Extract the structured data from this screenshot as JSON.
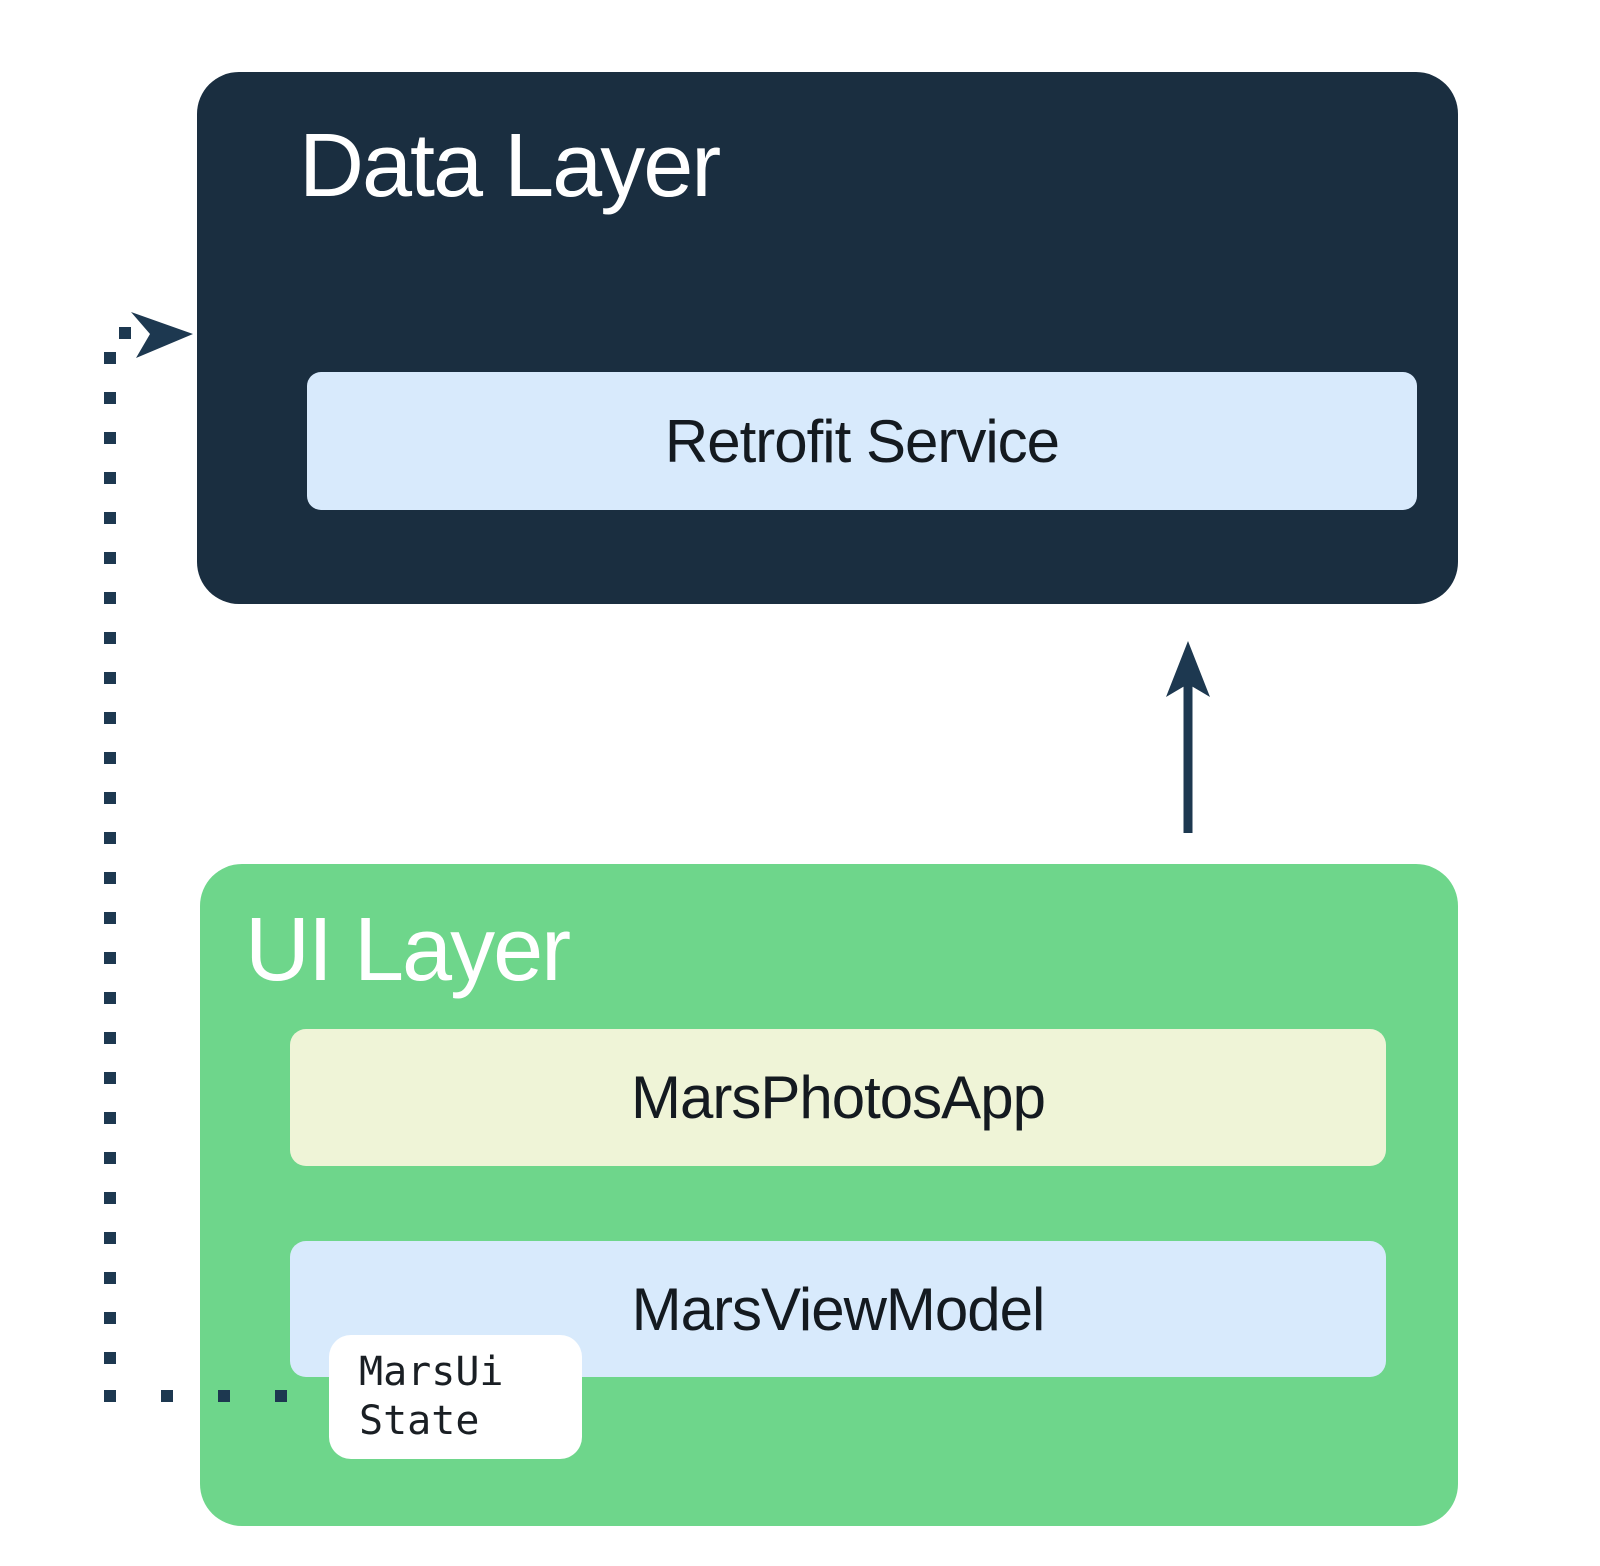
{
  "diagram": {
    "data_layer": {
      "title": "Data Layer",
      "items": [
        {
          "label": "Retrofit Service"
        }
      ]
    },
    "ui_layer": {
      "title": "UI Layer",
      "items": [
        {
          "label": "MarsPhotosApp"
        },
        {
          "label": "MarsViewModel"
        }
      ],
      "state_badge": {
        "line1": "MarsUi",
        "line2": "State"
      }
    },
    "connections": [
      {
        "icon": "up-arrow-icon",
        "style": "solid",
        "from": "ui-layer",
        "to": "data-layer"
      },
      {
        "icon": "dotted-arrowhead-icon",
        "style": "dotted",
        "from": "mars-ui-state",
        "to": "data-layer"
      }
    ],
    "colors": {
      "data_layer_bg": "#1A2E40",
      "ui_layer_bg": "#6ED68B",
      "retrofit_service_bg": "#D8EAFC",
      "mars_photos_app_bg": "#EFF4D7",
      "mars_view_model_bg": "#D8EAFC",
      "state_badge_bg": "#FFFFFF",
      "arrow_and_dots": "#1D3850",
      "layer_title_text": "#FFFFFF",
      "inner_label_text": "#141A20"
    }
  }
}
